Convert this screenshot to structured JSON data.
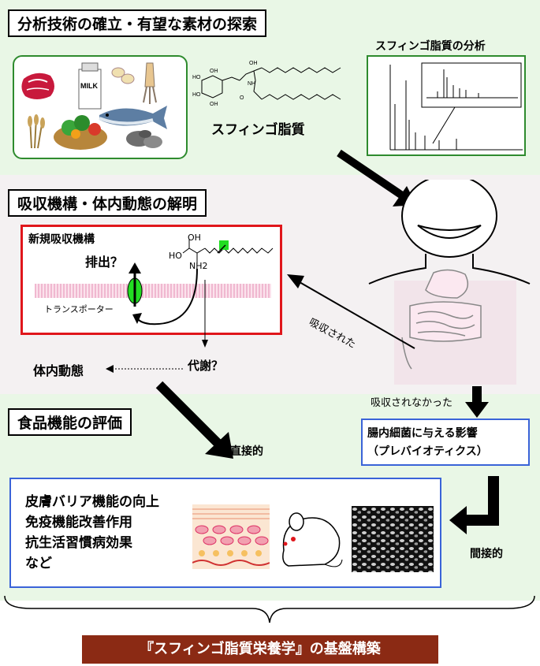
{
  "sections": {
    "analysis": "分析技術の確立・有望な素材の探索",
    "absorption": "吸収機構・体内動態の解明",
    "function": "食品機能の評価"
  },
  "food_icons": {
    "milk_label": "MILK"
  },
  "sphingolipid_label": "スフィンゴ脂質",
  "analysis_panel_title": "スフィンゴ脂質の分析",
  "mechanism": {
    "title": "新規吸収機構",
    "excretion": "排出？",
    "transporter": "トランスポーター",
    "oh": "OH",
    "ho": "HO",
    "nh2": "NH2"
  },
  "metabolism": "代謝？",
  "kinetics": "体内動態",
  "absorbed": "吸収された",
  "not_absorbed": "吸収されなかった",
  "bacteria_box": {
    "line1": "腸内細菌に与える影響",
    "line2": "（プレバイオティクス）"
  },
  "direct": "直接的",
  "indirect": "間接的",
  "effects": [
    "皮膚バリア機能の向上",
    "免疫機能改善作用",
    "抗生活習慣病効果",
    "など"
  ],
  "conclusion": "『スフィンゴ脂質栄養学』の基盤構築",
  "colors": {
    "band_green": "#e9f7e6",
    "band_pink": "#f3eef0",
    "green_border": "#2e8b2e",
    "red_border": "#e0161b",
    "blue_border": "#3a63d8",
    "conclusion_bg": "#8b2a14",
    "highlight": "#22dd22"
  },
  "icons": [
    "meat-icon",
    "milk-icon",
    "beans-icon",
    "squid-icon",
    "wheat-icon",
    "vegetables-icon",
    "fish-icon",
    "shellfish-icon",
    "mouse-icon",
    "skin-icon",
    "bacteria-icon",
    "human-icon"
  ]
}
